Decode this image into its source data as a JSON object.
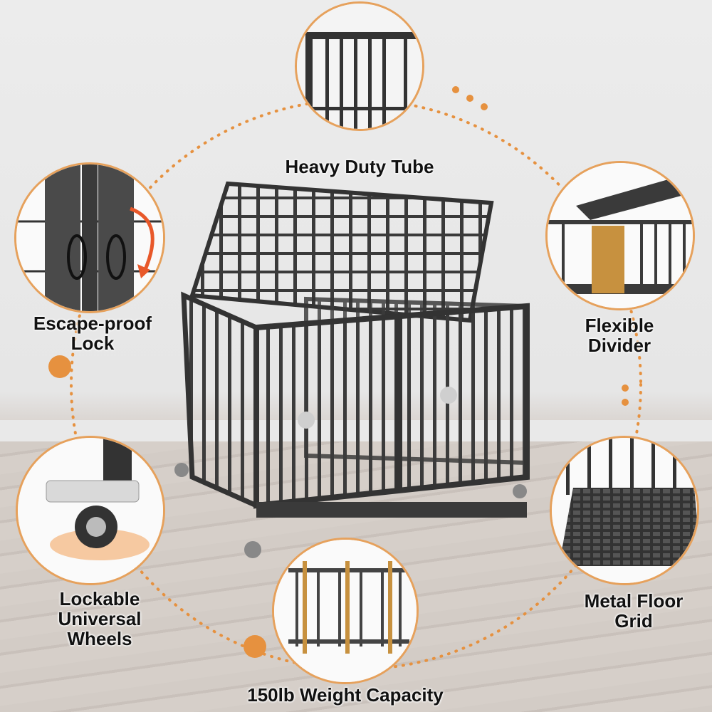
{
  "product": "Heavy duty metal dog crate",
  "accent_color": "#e6913f",
  "features": [
    {
      "id": "tube",
      "label": "Heavy Duty Tube"
    },
    {
      "id": "lock",
      "label_line1": "Escape-proof",
      "label_line2": "Lock"
    },
    {
      "id": "divider",
      "label_line1": "Flexible",
      "label_line2": "Divider"
    },
    {
      "id": "wheels",
      "label_line1": "Lockable",
      "label_line2": "Universal",
      "label_line3": "Wheels"
    },
    {
      "id": "floor",
      "label_line1": "Metal Floor",
      "label_line2": "Grid"
    },
    {
      "id": "capacity",
      "label": "150lb Weight Capacity"
    }
  ]
}
